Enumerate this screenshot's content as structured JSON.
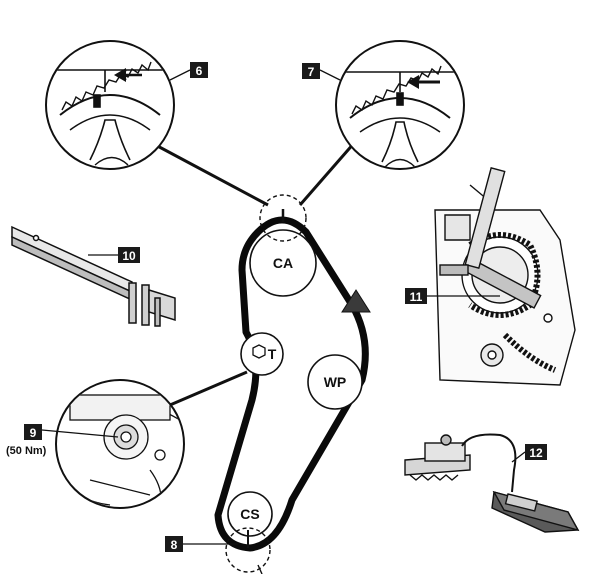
{
  "callouts": {
    "c6": "6",
    "c7": "7",
    "c8": "8",
    "c9": "9",
    "c10": "10",
    "c11": "11",
    "c12": "12"
  },
  "torque": "(50 Nm)",
  "pulleys": {
    "camshaft": "CA",
    "tensioner": "T",
    "water_pump": "WP",
    "crankshaft": "CS"
  },
  "colors": {
    "line": "#111111",
    "belt": "#0a0a0a",
    "shade": "#cfcfcf",
    "dark_shade": "#3a3a3a"
  }
}
